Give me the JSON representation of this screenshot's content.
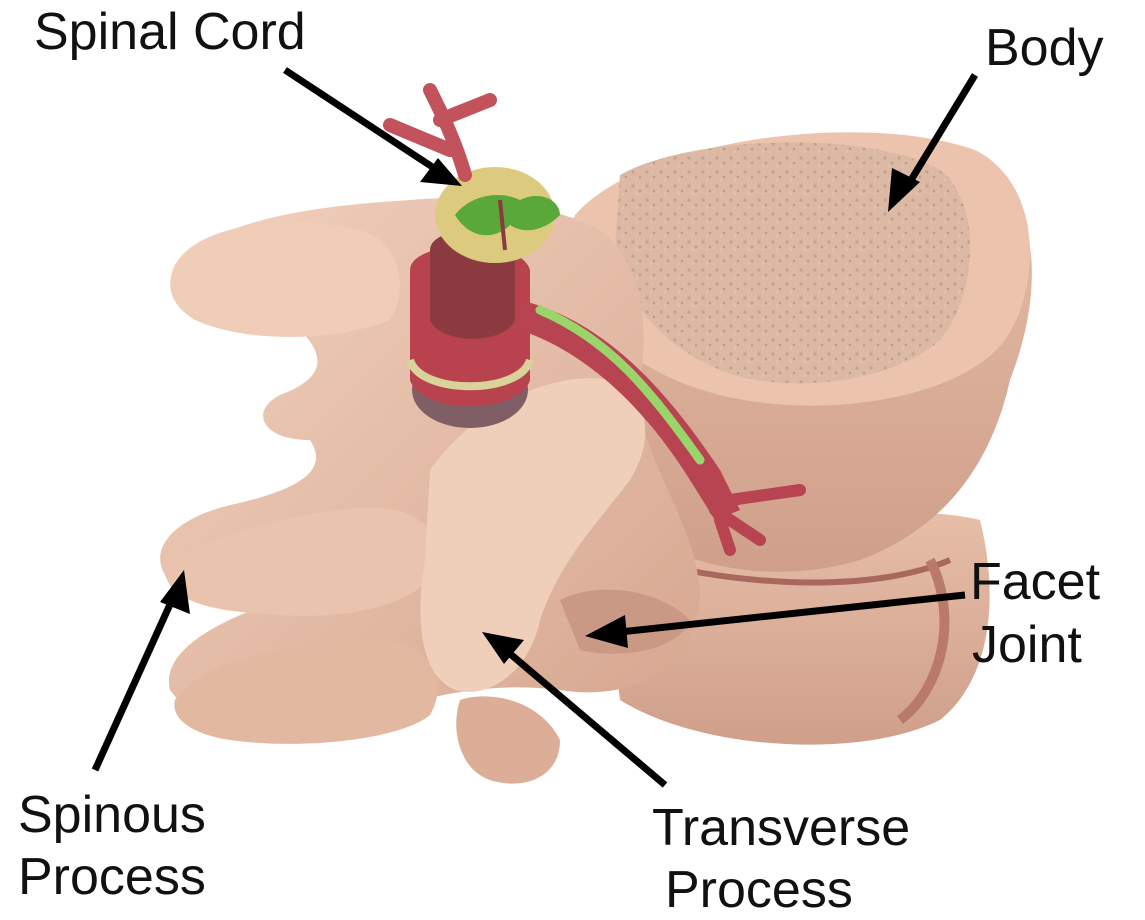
{
  "labels": {
    "spinal_cord": "Spinal Cord",
    "body": "Body",
    "facet_line1": "Facet",
    "facet_line2": "Joint",
    "spinous_line1": "Spinous",
    "spinous_line2": "Process",
    "transverse_line1": "Transverse",
    "transverse_line2": "Process"
  },
  "colors": {
    "bone": "#ecc7b0",
    "bone_shade": "#d7a892",
    "bone_dark": "#c4927c",
    "cancellous": "#dcbba7",
    "nerve": "#c0505a",
    "gray_matter": "#5aa83a",
    "white_matter": "#dcc97e",
    "arrow": "#000000"
  }
}
